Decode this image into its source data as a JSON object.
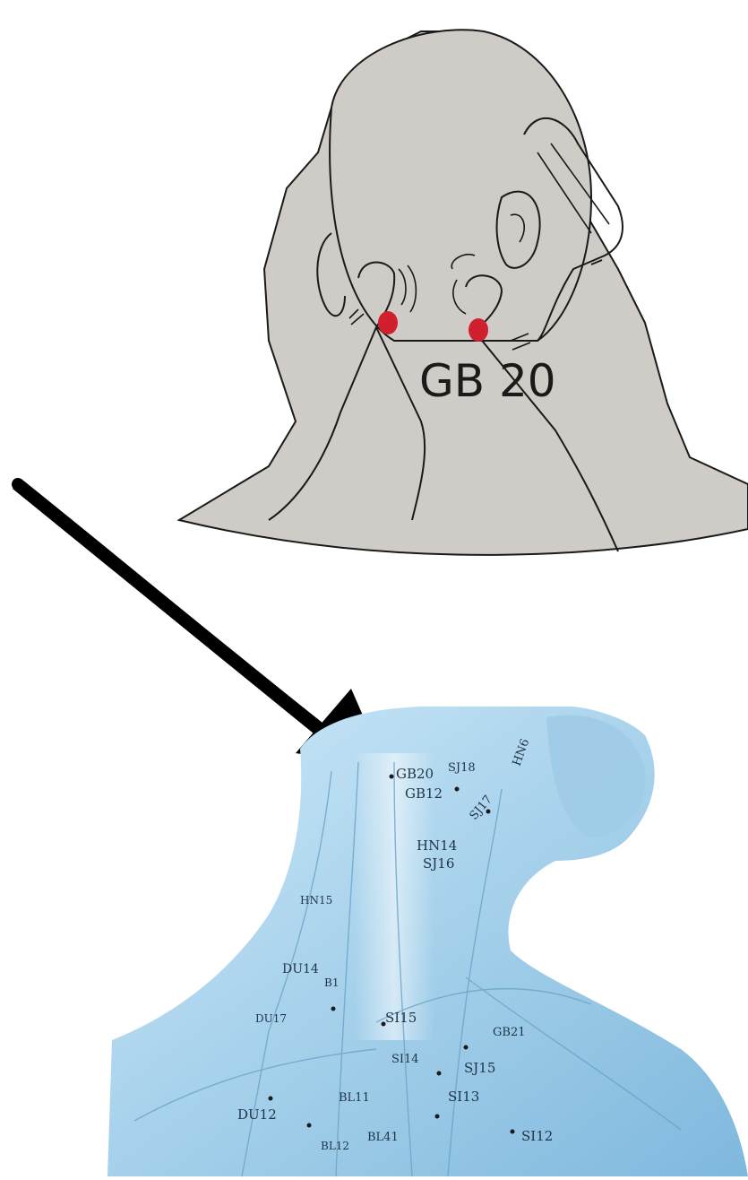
{
  "illustration": {
    "point_label": "GB 20",
    "marker_color": "#d0202e",
    "skin_color": "#cfcbc6",
    "line_color": "#1a1a1a"
  },
  "arrow": {
    "color": "#000000",
    "icon": "arrow-down-right-icon"
  },
  "model_photo": {
    "tint": "#a9d3ec",
    "labels": {
      "gb20": "GB20",
      "sj18": "SJ18",
      "gb12": "GB12",
      "sj17": "SJ17",
      "hn6": "HN6",
      "hn14": "HN14",
      "sj16": "SJ16",
      "hn15": "HN15",
      "du14": "DU14",
      "b1": "B1",
      "si15": "SI15",
      "gb21": "GB21",
      "si14": "SI14",
      "sj15": "SJ15",
      "du17": "DU17",
      "si13": "SI13",
      "du12": "DU12",
      "bl11": "BL11",
      "bl12": "BL12",
      "bl41": "BL41",
      "si12": "SI12"
    }
  }
}
